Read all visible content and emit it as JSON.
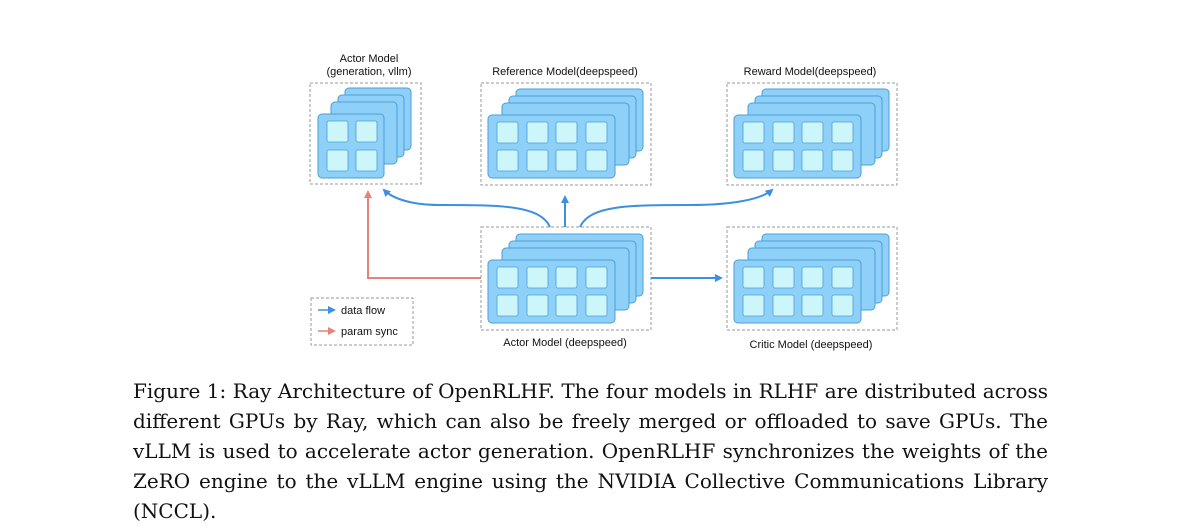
{
  "diagram": {
    "boxes": {
      "actor_gen": {
        "title_line1": "Actor Model",
        "title_line2": "(generation, vllm)"
      },
      "reference": {
        "title": "Reference Model(deepspeed)"
      },
      "reward": {
        "title": "Reward Model(deepspeed)"
      },
      "actor_train": {
        "title": "Actor Model (deepspeed)"
      },
      "critic": {
        "title": "Critic Model (deepspeed)"
      }
    },
    "legend": {
      "data_flow": "data flow",
      "param_sync": "param sync"
    },
    "colors": {
      "data_flow": "#3d8fe0",
      "param_sync": "#e8817a",
      "gpu_card": "#8fd0f8",
      "gpu_cell": "#cdf6fb"
    }
  },
  "caption": {
    "text": "Figure 1: Ray Architecture of OpenRLHF. The four models in RLHF are distributed across different GPUs by Ray, which can also be freely merged or offloaded to save GPUs. The vLLM is used to accelerate actor generation. OpenRLHF synchronizes the weights of the ZeRO engine to the vLLM engine using the NVIDIA Collective Communications Library (NCCL)."
  }
}
